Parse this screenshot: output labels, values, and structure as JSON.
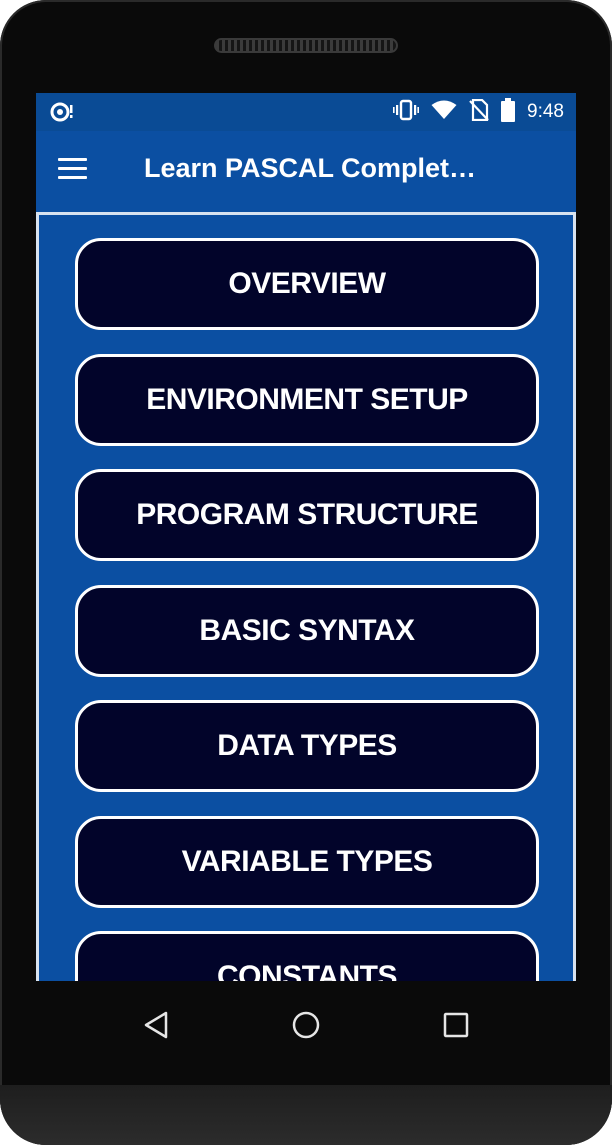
{
  "status_bar": {
    "time": "9:48",
    "icons": [
      "notification-icon",
      "vibrate-icon",
      "wifi-icon",
      "no-sim-icon",
      "battery-icon"
    ]
  },
  "app_bar": {
    "title": "Learn PASCAL Complet…",
    "menu_icon": "hamburger-menu-icon"
  },
  "menu": {
    "items": [
      {
        "label": "OVERVIEW"
      },
      {
        "label": "ENVIRONMENT SETUP"
      },
      {
        "label": "PROGRAM STRUCTURE"
      },
      {
        "label": "BASIC SYNTAX"
      },
      {
        "label": "DATA TYPES"
      },
      {
        "label": "VARIABLE TYPES"
      },
      {
        "label": "CONSTANTS"
      }
    ]
  },
  "nav_bar": {
    "buttons": [
      "back-icon",
      "home-icon",
      "recents-icon"
    ]
  },
  "colors": {
    "primary": "#0b4fa2",
    "status_bar": "#0a4b95",
    "button_fill": "#02042a",
    "button_border": "#ffffff"
  }
}
